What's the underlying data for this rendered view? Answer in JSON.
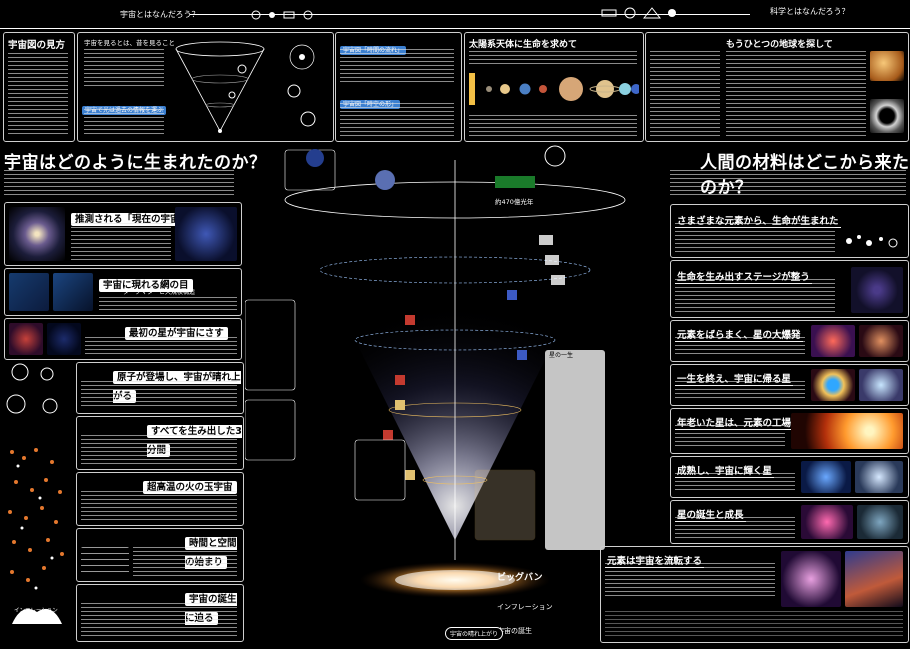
{
  "header": {
    "q_universe": "宇宙とはなんだろう？",
    "q_science": "科学とはなんだろう？"
  },
  "top_left": {
    "how_to_read": "宇宙図の見方",
    "see_stars": "宇宙を見るとは、昔を見ること",
    "tag1": "宇宙で光は過去の情報を運ぶ",
    "tag2": "宇宙図「時間の流れ」",
    "tag3": "宇宙図「時空の形」"
  },
  "top_center": {
    "title": "太陽系天体に生命を求めて"
  },
  "top_right": {
    "title": "もうひとつの地球を探して"
  },
  "left_main": {
    "headline": "宇宙はどのように生まれたのか？",
    "s1": "推測される「現在の宇宙」の姿",
    "s2": "宇宙に現れる網の目",
    "s2b": "ダークマターと大規模構造",
    "s3": "最初の星が宇宙にさす",
    "s4": "原子が登場し、宇宙が晴れ上がる",
    "s5": "すべてを生み出した3分間",
    "s6": "超高温の火の玉宇宙",
    "s7": "時間と空間の始まり",
    "s8": "宇宙の誕生に迫る",
    "inflation": "インフレーション"
  },
  "right_main": {
    "headline": "人間の材料はどこから来たのか？",
    "r1": "さまざまな元素から、生命が生まれた",
    "r2": "生命を生み出すステージが整う",
    "r3": "元素をばらまく、星の大爆発",
    "r4": "一生を終え、宇宙に帰る星",
    "r5": "年老いた星は、元素の工場",
    "r6": "成熟し、宇宙に輝く星",
    "r7": "星の誕生と成長",
    "r8": "元素は宇宙を流転する"
  },
  "center": {
    "distance": "約470億光年",
    "bigbang": "ビッグバン",
    "inflation": "インフレーション",
    "birth": "宇宙の誕生",
    "star_life": "星の一生",
    "dark_matter": "宇宙の晴れ上がり"
  }
}
